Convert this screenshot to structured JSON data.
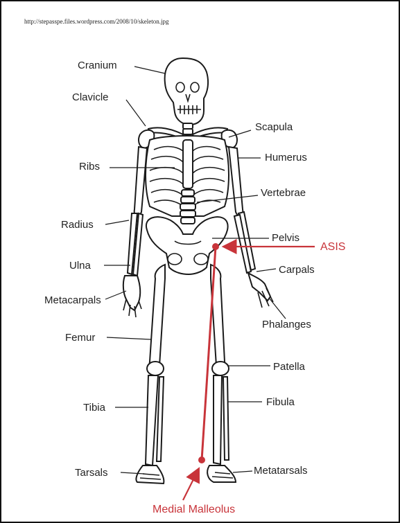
{
  "source_url": "http://stepasspe.files.wordpress.com/2008/10/skeleton.jpg",
  "labels": {
    "cranium": "Cranium",
    "clavicle": "Clavicle",
    "scapula": "Scapula",
    "humerus": "Humerus",
    "ribs": "Ribs",
    "vertebrae": "Vertebrae",
    "radius": "Radius",
    "pelvis": "Pelvis",
    "asis": "ASIS",
    "ulna": "Ulna",
    "carpals": "Carpals",
    "metacarpals": "Metacarpals",
    "phalanges": "Phalanges",
    "femur": "Femur",
    "patella": "Patella",
    "tibia": "Tibia",
    "fibula": "Fibula",
    "tarsals": "Tarsals",
    "metatarsals": "Metatarsals",
    "medial_malleolus": "Medial Malleolus"
  },
  "colors": {
    "highlight": "#c8343a",
    "ink": "#1a1a1a",
    "border": "#111111"
  }
}
